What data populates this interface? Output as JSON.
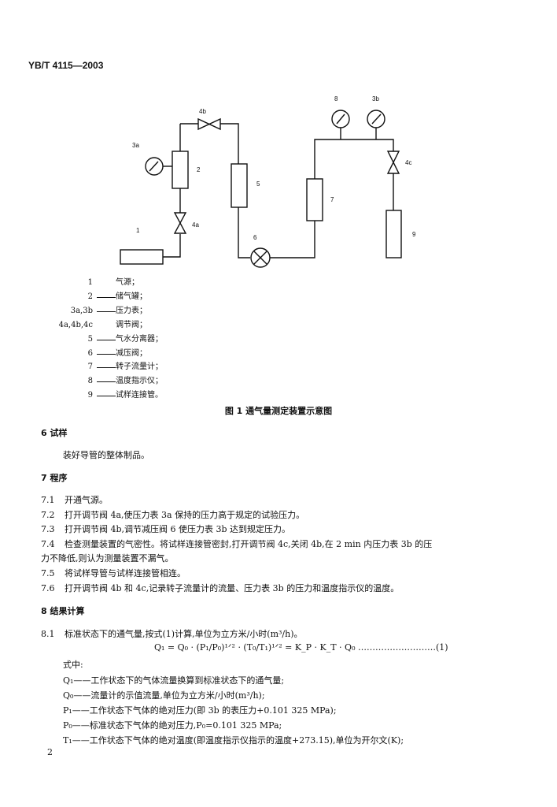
{
  "header": "YB/T 4115—2003",
  "diagram_labels": {
    "l1": "1",
    "l2": "2",
    "l3a": "3a",
    "l3b": "3b",
    "l4a": "4a",
    "l4b": "4b",
    "l4c": "4c",
    "l5": "5",
    "l6": "6",
    "l7": "7",
    "l8": "8",
    "l9": "9"
  },
  "legend": [
    {
      "code": "1",
      "dash": false,
      "text": "气源；"
    },
    {
      "code": "2",
      "dash": true,
      "text": "储气罐；"
    },
    {
      "code": "3a,3b",
      "dash": true,
      "text": "压力表；"
    },
    {
      "code": "4a,4b,4c",
      "dash": false,
      "text": "调节阀；"
    },
    {
      "code": "5",
      "dash": true,
      "text": "气水分离器；"
    },
    {
      "code": "6",
      "dash": true,
      "text": "减压阀；"
    },
    {
      "code": "7",
      "dash": true,
      "text": "转子流量计；"
    },
    {
      "code": "8",
      "dash": true,
      "text": "温度指示仪；"
    },
    {
      "code": "9",
      "dash": true,
      "text": "试样连接管。"
    }
  ],
  "figure_caption": "图 1   通气量测定装置示意图",
  "s6": {
    "title": "6   试样",
    "body": "装好导管的整体制品。"
  },
  "s7": {
    "title": "7   程序",
    "items": [
      {
        "num": "7.1",
        "text": "开通气源。"
      },
      {
        "num": "7.2",
        "text": "打开调节阀 4a,使压力表 3a 保持的压力高于规定的试验压力。"
      },
      {
        "num": "7.3",
        "text": "打开调节阀 4b,调节减压阀 6 使压力表 3b 达到规定压力。"
      },
      {
        "num": "7.4",
        "text": "检查测量装置的气密性。将试样连接管密封,打开调节阀 4c,关闭 4b,在 2 min 内压力表 3b 的压"
      },
      {
        "num": "",
        "text": "力不降低,则认为测量装置不漏气。"
      },
      {
        "num": "7.5",
        "text": "将试样导管与试样连接管相连。"
      },
      {
        "num": "7.6",
        "text": "打开调节阀 4b 和 4c,记录转子流量计的流量、压力表 3b 的压力和温度指示仪的温度。"
      }
    ]
  },
  "s8": {
    "title": "8   结果计算",
    "p1_num": "8.1",
    "p1_text": "标准状态下的通气量,按式(1)计算,单位为立方米/小时(m³/h)。",
    "formula": "Q₁ = Q₀ · (P₁/P₀)¹ᐟ² · (T₀/T₁)¹ᐟ² = K_P · K_T · Q₀ ………………………(1)",
    "where": "式中:",
    "vars": [
      "Q₁——工作状态下的气体流量换算到标准状态下的通气量;",
      "Q₀——流量计的示值流量,单位为立方米/小时(m³/h);",
      "P₁——工作状态下气体的绝对压力(即 3b 的表压力+0.101 325 MPa);",
      "P₀——标准状态下气体的绝对压力,P₀=0.101 325 MPa;",
      "T₁——工作状态下气体的绝对温度(即温度指示仪指示的温度+273.15),单位为开尔文(K);"
    ]
  },
  "page_number": "2"
}
